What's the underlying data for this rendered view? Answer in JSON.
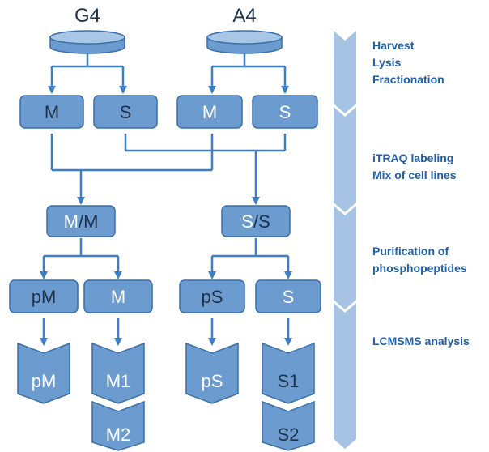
{
  "samples": {
    "left": "G4",
    "right": "A4"
  },
  "fraction_boxes": {
    "m_left": "M",
    "s_left": "S",
    "m_right": "M",
    "s_right": "S"
  },
  "mix_boxes": {
    "mm_light": "M",
    "mm_sep": "/",
    "mm_dark": "M",
    "ss_light": "S",
    "ss_sep": "/",
    "ss_dark": "S"
  },
  "purif_boxes": {
    "pm": "pM",
    "m": "M",
    "ps": "pS",
    "s": "S"
  },
  "ms_boxes": {
    "pm": "pM",
    "m1": "M1",
    "m2": "M2",
    "ps": "pS",
    "s1": "S1",
    "s2": "S2"
  },
  "steps": [
    [
      "Harvest",
      "Lysis",
      "Fractionation"
    ],
    [
      "iTRAQ labeling",
      "Mix of cell lines"
    ],
    [
      "Purification of",
      "phosphopeptides"
    ],
    [
      "LCMSMS analysis"
    ]
  ],
  "colors": {
    "box_fill": "#6c9ccf",
    "box_stroke": "#3a6fa8",
    "arrow": "#3d7ec8",
    "side_bar": "#a6c3e3",
    "step_text": "#1f5fa8",
    "box_text_light": "#ffffff",
    "box_text_dark": "#1f3146"
  }
}
